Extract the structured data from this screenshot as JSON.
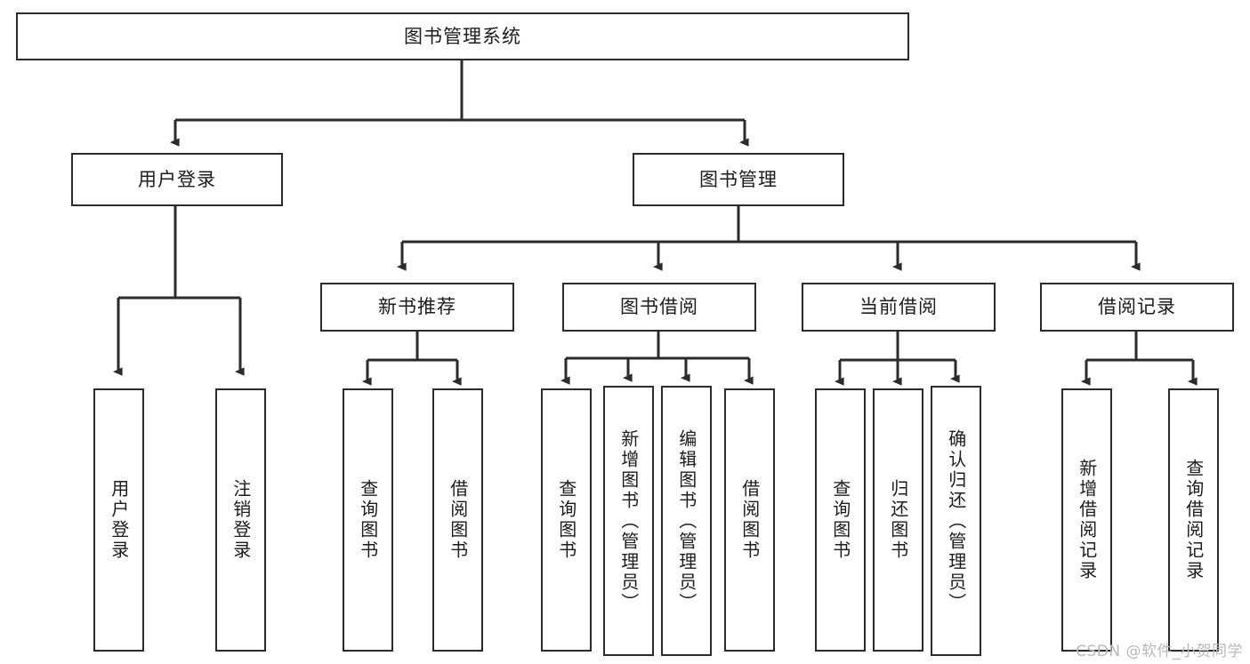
{
  "diagram": {
    "title": "图书管理系统",
    "watermark": "CSDN @软件_小贺同学",
    "root": {
      "id": "root",
      "label": "图书管理系统"
    },
    "level1": [
      {
        "id": "user-login",
        "label": "用户登录"
      },
      {
        "id": "book-manage",
        "label": "图书管理"
      }
    ],
    "level2": [
      {
        "id": "new-book-recommend",
        "label": "新书推荐"
      },
      {
        "id": "book-borrow",
        "label": "图书借阅"
      },
      {
        "id": "current-borrow",
        "label": "当前借阅"
      },
      {
        "id": "borrow-record",
        "label": "借阅记录"
      }
    ],
    "leaves": {
      "user_login": [
        {
          "id": "leaf-user-login",
          "label": "用户登录"
        },
        {
          "id": "leaf-user-logout",
          "label": "注销登录"
        }
      ],
      "new_book_recommend": [
        {
          "id": "leaf-query-book-1",
          "label": "查询图书"
        },
        {
          "id": "leaf-borrow-book-1",
          "label": "借阅图书"
        }
      ],
      "book_borrow": [
        {
          "id": "leaf-query-book-2",
          "label": "查询图书"
        },
        {
          "id": "leaf-add-book-admin",
          "label": "新增图书（管理员）"
        },
        {
          "id": "leaf-edit-book-admin",
          "label": "编辑图书（管理员）"
        },
        {
          "id": "leaf-borrow-book-2",
          "label": "借阅图书"
        }
      ],
      "current_borrow": [
        {
          "id": "leaf-query-book-3",
          "label": "查询图书"
        },
        {
          "id": "leaf-return-book",
          "label": "归还图书"
        },
        {
          "id": "leaf-confirm-return-admin",
          "label": "确认归还（管理员）"
        }
      ],
      "borrow_record": [
        {
          "id": "leaf-add-borrow-record",
          "label": "新增借阅记录"
        },
        {
          "id": "leaf-query-borrow-record",
          "label": "查询借阅记录"
        }
      ]
    },
    "colors": {
      "stroke": "#2b2b2b",
      "fill": "#ffffff",
      "text": "#1c1c1c",
      "watermark": "#b9b9b9"
    }
  }
}
